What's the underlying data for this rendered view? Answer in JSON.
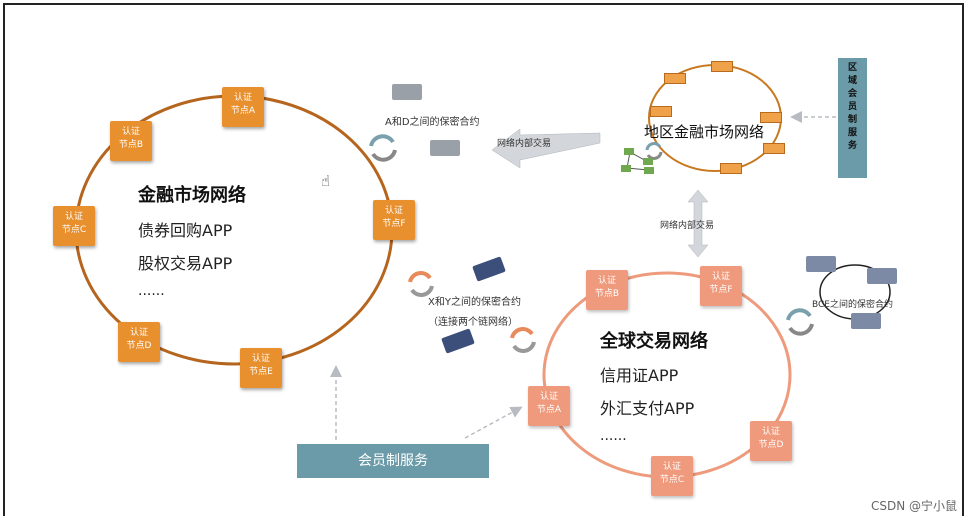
{
  "node_label_top": "认证",
  "financial_network": {
    "title": "金融市场网络",
    "items": [
      "债券回购APP",
      "股权交易APP",
      "......"
    ],
    "nodes": [
      "节点A",
      "节点B",
      "节点C",
      "节点D",
      "节点E",
      "节点F"
    ]
  },
  "global_network": {
    "title": "全球交易网络",
    "items": [
      "信用证APP",
      "外汇支付APP",
      "......"
    ],
    "nodes": [
      "节点A",
      "节点B",
      "节点C",
      "节点D",
      "节点F"
    ]
  },
  "regional_network": {
    "title": "地区金融市场网络"
  },
  "labels": {
    "ad_contract": "A和D之间的保密合约",
    "internal_trade_1": "网络内部交易",
    "internal_trade_2": "网络内部交易",
    "xy_contract": "X和Y之间的保密合约",
    "xy_contract_sub": "（连接两个链网络）",
    "bce_contract": "BCE之间的保密合约"
  },
  "member_service": "会员制服务",
  "regional_member_service": "区域会员制服务",
  "watermark": "CSDN @宁小鼠",
  "colors": {
    "orange": "#e88f2e",
    "brown_ring": "#b5651d",
    "salmon": "#ef9a7c",
    "teal": "#6b9ba8"
  }
}
